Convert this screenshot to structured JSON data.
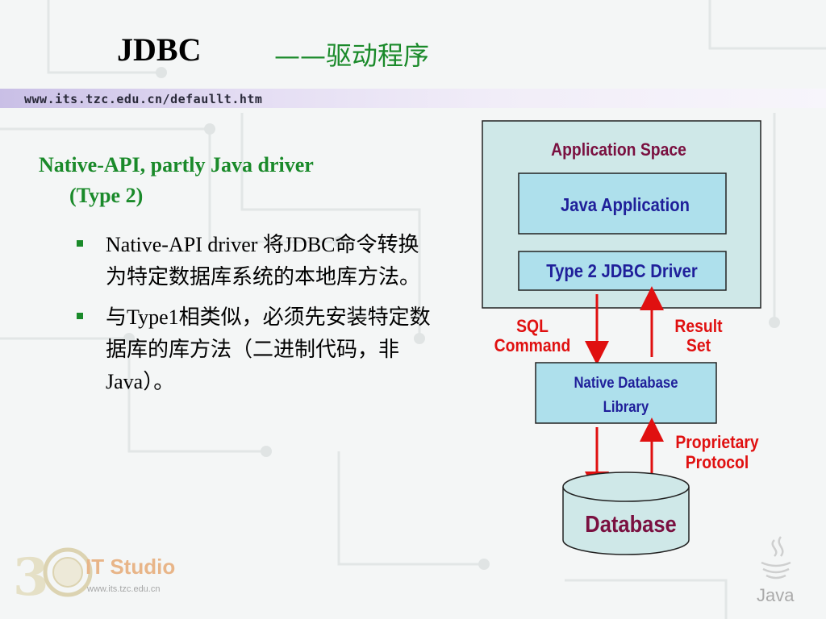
{
  "slide": {
    "title": "JDBC",
    "subtitle": "——驱动程序",
    "url": "www.its.tzc.edu.cn/defaullt.htm"
  },
  "content": {
    "heading_line1": "Native-API, partly Java driver",
    "heading_line2": "(Type 2)",
    "bullets": [
      "Native-API driver 将JDBC命令转换为特定数据库系统的本地库方法。",
      "与Type1相类似，必须先安装特定数据库的库方法（二进制代码，非Java）。"
    ]
  },
  "diagram": {
    "app_space_label": "Application Space",
    "java_app_label": "Java Application",
    "driver_label": "Type 2 JDBC Driver",
    "sql_command_line1": "SQL",
    "sql_command_line2": "Command",
    "result_set_line1": "Result",
    "result_set_line2": "Set",
    "native_lib_line1": "Native Database",
    "native_lib_line2": "Library",
    "protocol_line1": "Proprietary",
    "protocol_line2": "Protocol",
    "database_label": "Database",
    "colors": {
      "app_space_fill": "#cfe8e8",
      "box_fill": "#aee0ec",
      "blue_text": "#1f1f9a",
      "maroon_text": "#7a1040",
      "red": "#e01010"
    }
  },
  "branding": {
    "studio_name": "IT Studio",
    "studio_url": "www.its.tzc.edu.cn",
    "java_label": "Java"
  }
}
